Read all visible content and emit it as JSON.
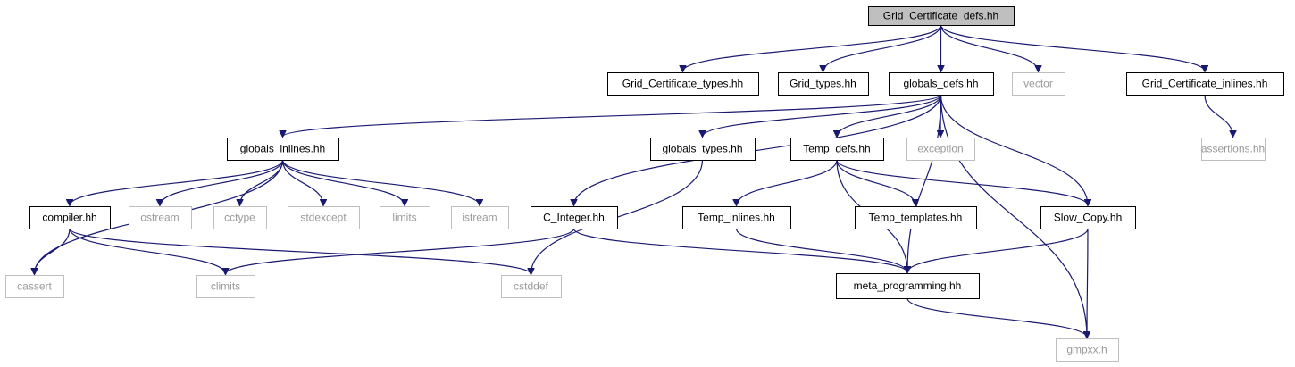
{
  "colors": {
    "edge": "#191970",
    "node_border": "#000000",
    "external_border": "#bfbfbf",
    "external_text": "#9a9a9a",
    "root_fill": "#bfbfbf",
    "text": "#000000"
  },
  "nodes": [
    {
      "id": "grid_certificate_defs",
      "label": "Grid_Certificate_defs.hh",
      "kind": "root"
    },
    {
      "id": "grid_certificate_types",
      "label": "Grid_Certificate_types.hh",
      "kind": "file"
    },
    {
      "id": "grid_types",
      "label": "Grid_types.hh",
      "kind": "file"
    },
    {
      "id": "globals_defs",
      "label": "globals_defs.hh",
      "kind": "file"
    },
    {
      "id": "vector",
      "label": "vector",
      "kind": "external"
    },
    {
      "id": "grid_certificate_inlines",
      "label": "Grid_Certificate_inlines.hh",
      "kind": "file"
    },
    {
      "id": "assertions",
      "label": "assertions.hh",
      "kind": "external"
    },
    {
      "id": "globals_inlines",
      "label": "globals_inlines.hh",
      "kind": "file"
    },
    {
      "id": "globals_types",
      "label": "globals_types.hh",
      "kind": "file"
    },
    {
      "id": "temp_defs",
      "label": "Temp_defs.hh",
      "kind": "file"
    },
    {
      "id": "exception",
      "label": "exception",
      "kind": "external"
    },
    {
      "id": "compiler",
      "label": "compiler.hh",
      "kind": "file"
    },
    {
      "id": "ostream",
      "label": "ostream",
      "kind": "external"
    },
    {
      "id": "cctype",
      "label": "cctype",
      "kind": "external"
    },
    {
      "id": "stdexcept",
      "label": "stdexcept",
      "kind": "external"
    },
    {
      "id": "limits",
      "label": "limits",
      "kind": "external"
    },
    {
      "id": "istream",
      "label": "istream",
      "kind": "external"
    },
    {
      "id": "c_integer",
      "label": "C_Integer.hh",
      "kind": "file"
    },
    {
      "id": "temp_inlines",
      "label": "Temp_inlines.hh",
      "kind": "file"
    },
    {
      "id": "temp_templates",
      "label": "Temp_templates.hh",
      "kind": "file"
    },
    {
      "id": "slow_copy",
      "label": "Slow_Copy.hh",
      "kind": "file"
    },
    {
      "id": "cassert",
      "label": "cassert",
      "kind": "external"
    },
    {
      "id": "climits",
      "label": "climits",
      "kind": "external"
    },
    {
      "id": "cstddef",
      "label": "cstddef",
      "kind": "external"
    },
    {
      "id": "meta_programming",
      "label": "meta_programming.hh",
      "kind": "file"
    },
    {
      "id": "gmpxx",
      "label": "gmpxx.h",
      "kind": "external"
    }
  ],
  "edges": [
    [
      "grid_certificate_defs",
      "grid_certificate_types"
    ],
    [
      "grid_certificate_defs",
      "grid_types"
    ],
    [
      "grid_certificate_defs",
      "globals_defs"
    ],
    [
      "grid_certificate_defs",
      "vector"
    ],
    [
      "grid_certificate_defs",
      "grid_certificate_inlines"
    ],
    [
      "grid_certificate_inlines",
      "assertions"
    ],
    [
      "globals_defs",
      "globals_inlines"
    ],
    [
      "globals_defs",
      "globals_types"
    ],
    [
      "globals_defs",
      "c_integer"
    ],
    [
      "globals_defs",
      "temp_defs"
    ],
    [
      "globals_defs",
      "exception"
    ],
    [
      "globals_defs",
      "slow_copy"
    ],
    [
      "globals_defs",
      "meta_programming"
    ],
    [
      "globals_defs",
      "gmpxx"
    ],
    [
      "globals_inlines",
      "cassert"
    ],
    [
      "globals_inlines",
      "compiler"
    ],
    [
      "globals_inlines",
      "ostream"
    ],
    [
      "globals_inlines",
      "cctype"
    ],
    [
      "globals_inlines",
      "stdexcept"
    ],
    [
      "globals_inlines",
      "limits"
    ],
    [
      "globals_inlines",
      "istream"
    ],
    [
      "compiler",
      "cassert"
    ],
    [
      "compiler",
      "climits"
    ],
    [
      "compiler",
      "cstddef"
    ],
    [
      "globals_types",
      "cstddef"
    ],
    [
      "c_integer",
      "climits"
    ],
    [
      "c_integer",
      "meta_programming"
    ],
    [
      "temp_defs",
      "temp_inlines"
    ],
    [
      "temp_defs",
      "temp_templates"
    ],
    [
      "temp_defs",
      "slow_copy"
    ],
    [
      "temp_defs",
      "meta_programming"
    ],
    [
      "temp_inlines",
      "meta_programming"
    ],
    [
      "slow_copy",
      "meta_programming"
    ],
    [
      "slow_copy",
      "gmpxx"
    ],
    [
      "meta_programming",
      "gmpxx"
    ]
  ]
}
